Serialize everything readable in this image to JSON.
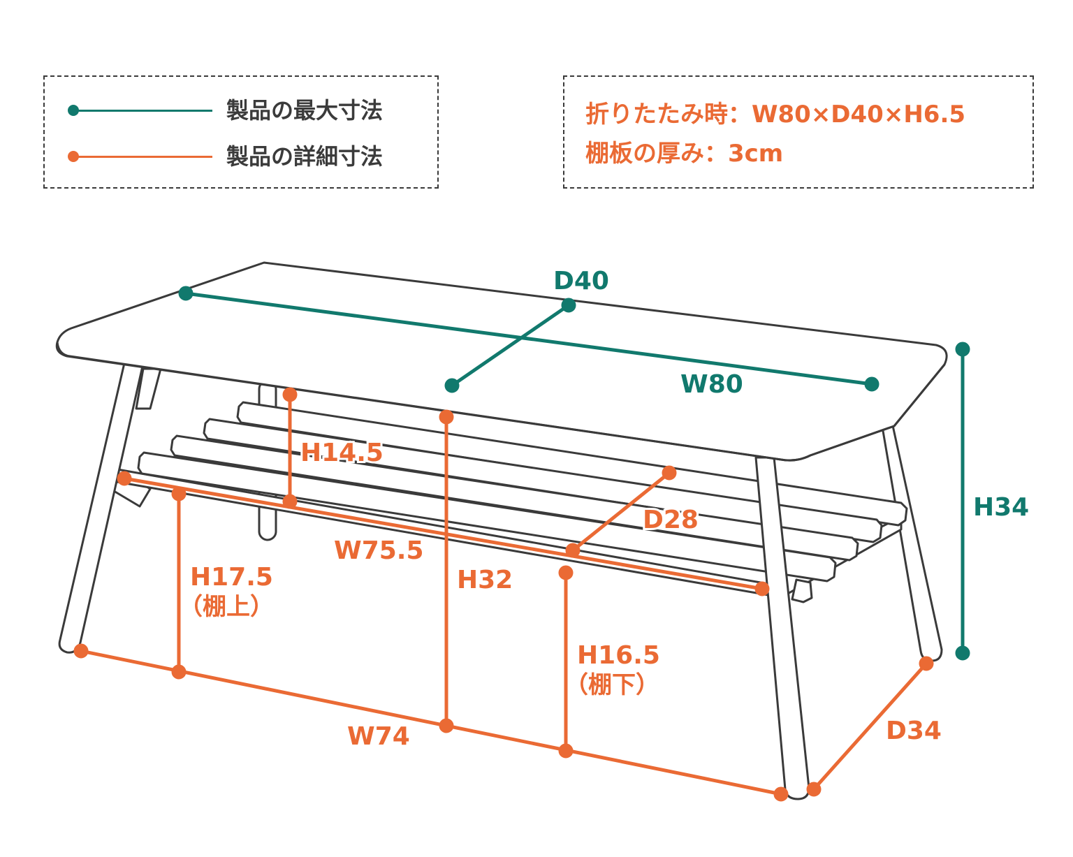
{
  "colors": {
    "max": "#11796d",
    "detail": "#ea6a34",
    "outline": "#3a3a3a"
  },
  "legend": {
    "max_label": "製品の最大寸法",
    "detail_label": "製品の詳細寸法"
  },
  "info": {
    "folded": "折りたたみ時：W80×D40×H6.5",
    "shelf_thickness": "棚板の厚み：3cm"
  },
  "dimensions": {
    "d40": "D40",
    "w80": "W80",
    "h34": "H34",
    "h14_5": "H14.5",
    "d28": "D28",
    "w75_5": "W75.5",
    "h32": "H32",
    "h17_5": "H17.5",
    "h17_5_note": "（棚上）",
    "h16_5": "H16.5",
    "h16_5_note": "（棚下）",
    "w74": "W74",
    "d34": "D34"
  }
}
